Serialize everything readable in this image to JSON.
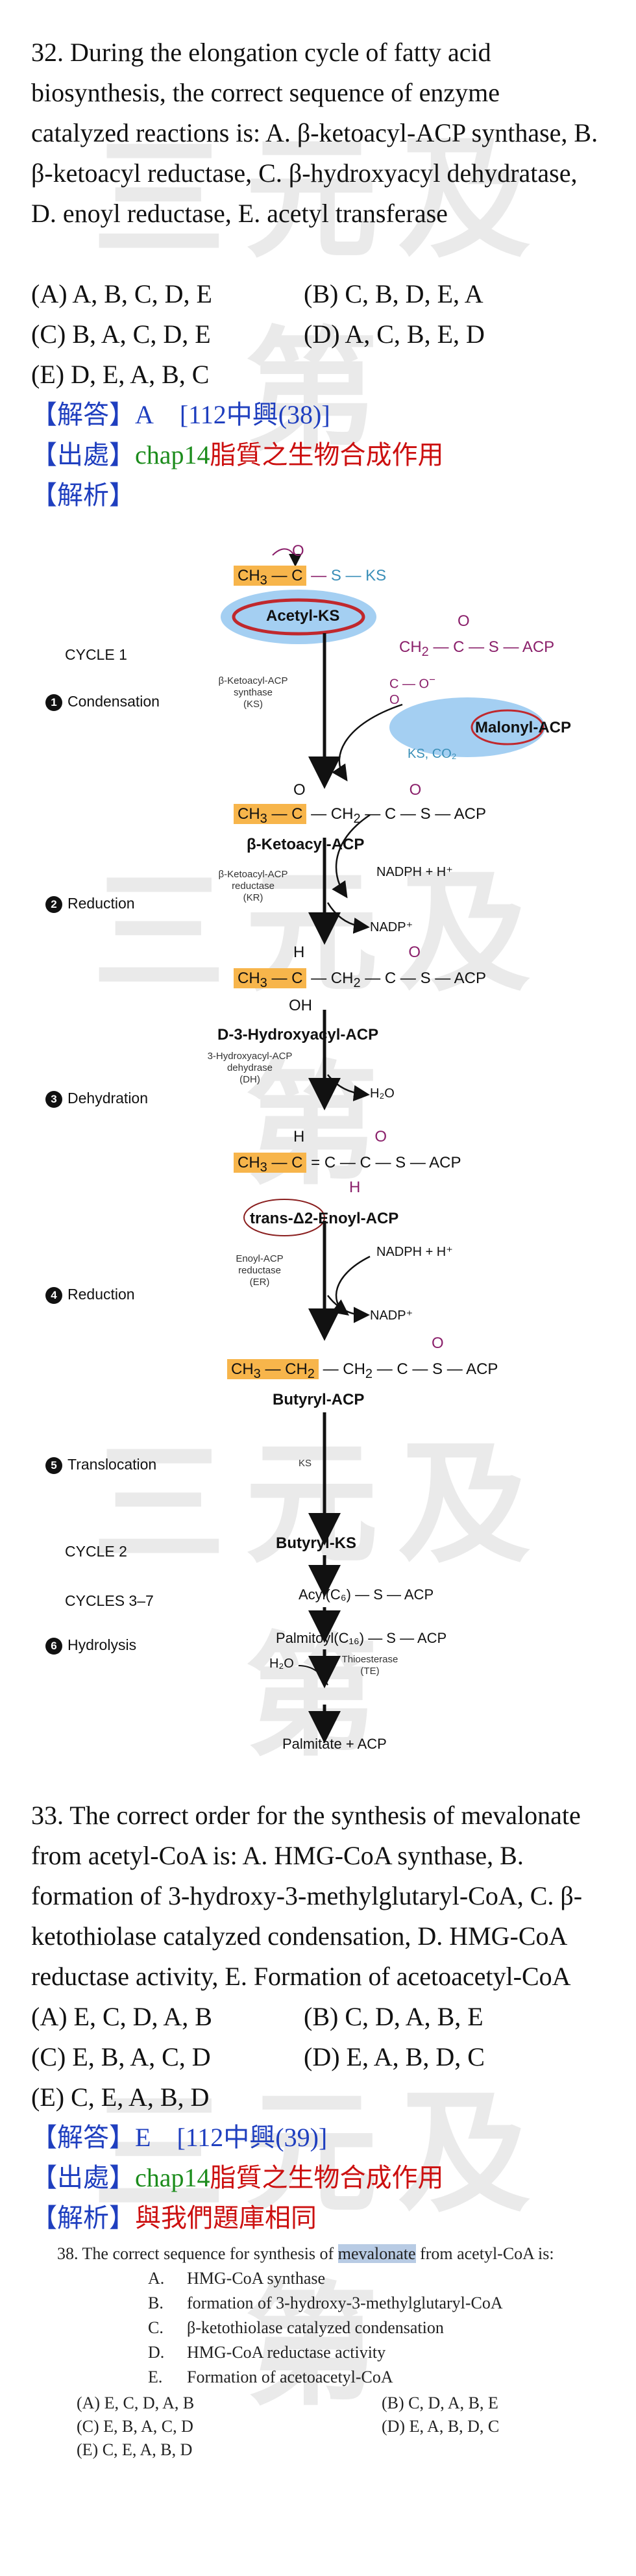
{
  "watermark": "三元及第",
  "q32": {
    "text": "32. During the elongation cycle of fatty acid biosynthesis, the correct sequence of enzyme catalyzed reactions is: A. β-ketoacyl-ACP synthase, B. β-ketoacyl reductase, C. β-hydroxyacyl dehydratase, D. enoyl reductase, E. acetyl transferase",
    "options": [
      "(A) A, B, C, D, E",
      "(B) C, B, D, E, A",
      "(C) B, A, C, D, E",
      "(D) A, C, B, E, D",
      "(E) D, E, A, B, C"
    ],
    "answer_tag": "【解答】",
    "answer": "A",
    "answer_ref": "[112中興(38)]",
    "source_tag": "【出處】",
    "source_chap": "chap14",
    "source_title": "脂質之生物合成作用",
    "analysis_tag": "【解析】"
  },
  "figure": {
    "cycle1": "CYCLE 1",
    "steps": [
      {
        "n": "1",
        "label": "Condensation"
      },
      {
        "n": "2",
        "label": "Reduction"
      },
      {
        "n": "3",
        "label": "Dehydration"
      },
      {
        "n": "4",
        "label": "Reduction"
      },
      {
        "n": "5",
        "label": "Translocation"
      },
      {
        "n": "6",
        "label": "Hydrolysis"
      }
    ],
    "acetyl_ks": "Acetyl-KS",
    "ks": "KS",
    "malonyl_acp": "Malonyl-ACP",
    "ks_co2": "KS, CO₂",
    "enz_ks": "β-Ketoacyl-ACP\nsynthase\n(KS)",
    "ketoacyl": "β-Ketoacyl-ACP",
    "enz_kr": "β-Ketoacyl-ACP\nreductase\n(KR)",
    "nadph": "NADPH + H⁺",
    "nadp": "NADP⁺",
    "hydroxyacyl": "D-3-Hydroxyacyl-ACP",
    "enz_dh": "3-Hydroxyacyl-ACP\ndehydrase\n(DH)",
    "h2o": "H₂O",
    "enoyl": "trans-Δ2-Enoyl-ACP",
    "enz_er": "Enoyl-ACP\nreductase\n(ER)",
    "butyryl_acp": "Butyryl-ACP",
    "butyryl_ks": "Butyryl-KS",
    "cycle2": "CYCLE 2",
    "cycles37": "CYCLES 3–7",
    "acyl_c6": "Acyl(C₆) — S — ACP",
    "palmitoyl": "Palmitoyl(C₁₆) — S — ACP",
    "enz_te": "Thioesterase\n(TE)",
    "palmitate": "Palmitate + ACP"
  },
  "q33": {
    "text": "33. The correct order for the synthesis of mevalonate from acetyl-CoA is: A. HMG-CoA synthase, B. formation of 3-hydroxy-3-methylglutaryl-CoA, C. β-ketothiolase catalyzed condensation, D. HMG-CoA reductase activity, E. Formation of acetoacetyl-CoA",
    "options": [
      "(A) E, C, D, A, B",
      "(B) C, D, A, B, E",
      "(C) E, B, A, C, D",
      "(D) E, A, B, D, C",
      "(E) C, E, A, B, D"
    ],
    "answer_tag": "【解答】",
    "answer": "E",
    "answer_ref": "[112中興(39)]",
    "source_tag": "【出處】",
    "source_chap": "chap14",
    "source_title": "脂質之生物合成作用",
    "analysis_tag": "【解析】",
    "analysis_text": "與我們題庫相同"
  },
  "scan": {
    "stem_pre": "38.   The correct sequence for synthesis of ",
    "stem_mark": "mevalonate",
    "stem_post": " from acetyl-CoA is:",
    "items": [
      {
        "k": "A.",
        "t": "HMG-CoA synthase"
      },
      {
        "k": "B.",
        "t": "formation of 3-hydroxy-3-methylglutaryl-CoA"
      },
      {
        "k": "C.",
        "t": "β-ketothiolase catalyzed condensation"
      },
      {
        "k": "D.",
        "t": "HMG-CoA reductase activity"
      },
      {
        "k": "E.",
        "t": "Formation of acetoacetyl-CoA"
      }
    ],
    "options": [
      "(A) E, C, D, A, B",
      "(B) C, D, A, B, E",
      "(C) E, B, A, C, D",
      "(D) E, A, B, D, C",
      "(E) C, E, A, B, D"
    ]
  }
}
